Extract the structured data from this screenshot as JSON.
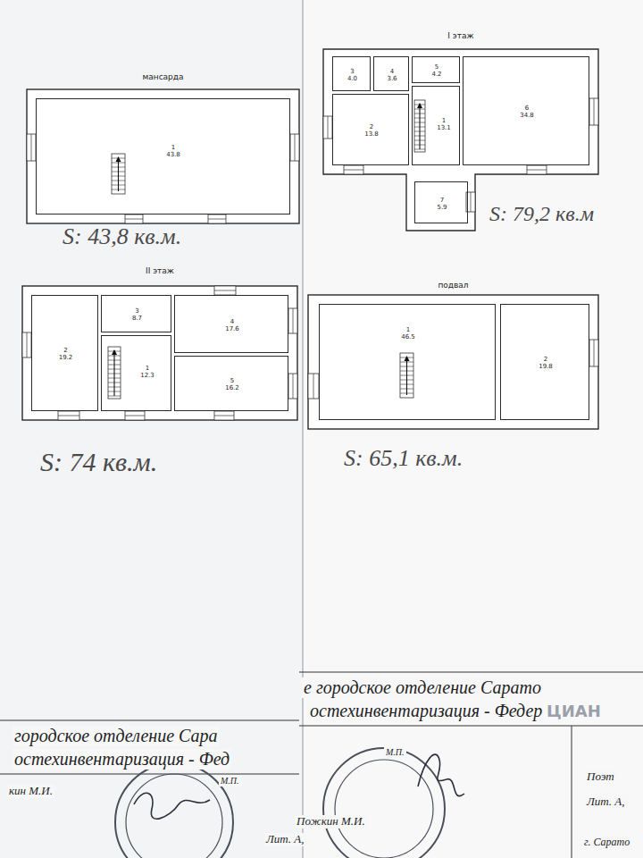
{
  "diagram": {
    "nodes": [
      {
        "text": [
          "мансарда"
        ]
      },
      {
        "text": [
          "1",
          "43.8"
        ],
        "in": 0
      },
      {
        "text": [
          "I этаж"
        ]
      },
      {
        "text": [
          "3",
          "4.0"
        ],
        "in": 2
      },
      {
        "text": [
          "4",
          "3.6"
        ],
        "in": 2
      },
      {
        "text": [
          "5",
          "4.2"
        ],
        "in": 2
      },
      {
        "text": [
          "2",
          "13.8"
        ],
        "in": 2
      },
      {
        "text": [
          "1",
          "13.1"
        ],
        "in": 2
      },
      {
        "text": [
          "6",
          "34.8"
        ],
        "in": 2
      },
      {
        "text": [
          "7",
          "5.9"
        ],
        "in": 2
      },
      {
        "text": [
          "II этаж"
        ]
      },
      {
        "text": [
          "2",
          "19.2"
        ],
        "in": 10
      },
      {
        "text": [
          "3",
          "8.7"
        ],
        "in": 10
      },
      {
        "text": [
          "4",
          "17.6"
        ],
        "in": 10
      },
      {
        "text": [
          "1",
          "12.3"
        ],
        "in": 10
      },
      {
        "text": [
          "5",
          "16.2"
        ],
        "in": 10
      },
      {
        "text": [
          "подвал"
        ]
      },
      {
        "text": [
          "1",
          "46.5"
        ],
        "in": 16
      },
      {
        "text": [
          "2",
          "19.8"
        ],
        "in": 16
      }
    ],
    "labels": [
      "S: 43,8 кв.м.",
      "S: 79,2 кв.м",
      "S: 74 кв.м.",
      "S: 65,1 кв.м.",
      "е городское отделение Сарато",
      "остехинвентаризация - Федер",
      "городское отделение Сара",
      "остехинвентаризация - Фед",
      "М.П.",
      "М.П.",
      "Поэт",
      "кин М.И.",
      "Пожкин М.И.",
      "Лит. А,",
      "Лит. А,",
      "г. Сарато",
      "ЦИАН"
    ]
  }
}
